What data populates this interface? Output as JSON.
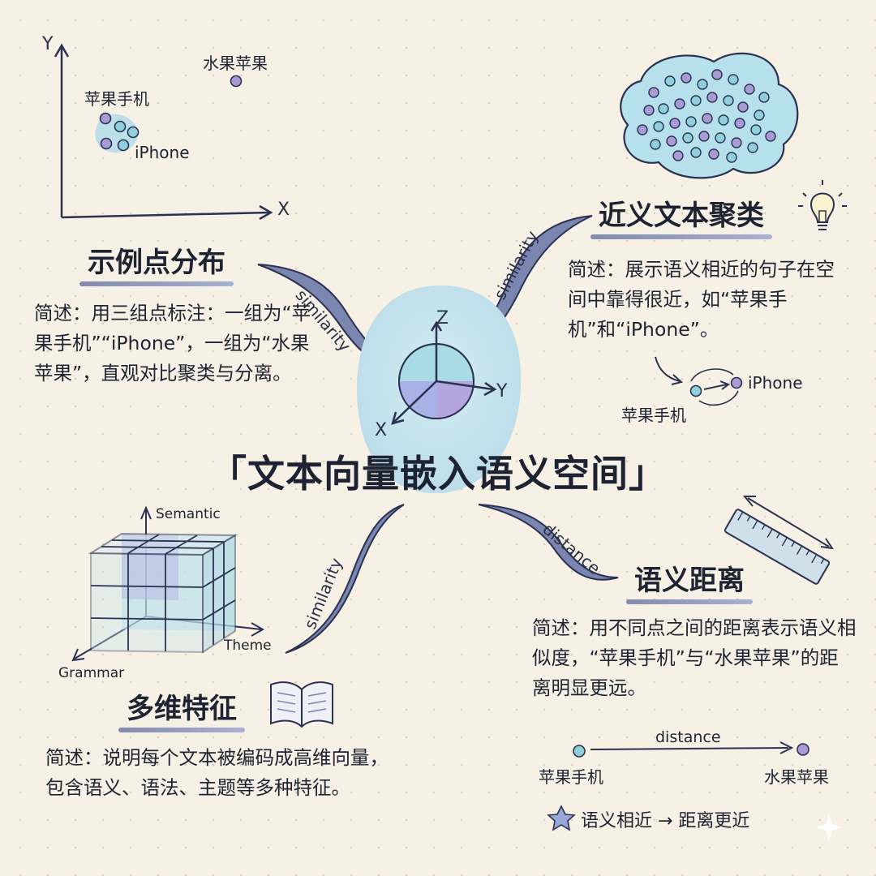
{
  "title": "「文本向量嵌入语义空间」",
  "nodes": {
    "example": {
      "title": "示例点分布",
      "desc": "简述：用三组点标注：一组为“苹果手机”“iPhone”，一组为“水果苹果”，直观对比聚类与分离。",
      "plot": {
        "y_axis": "Y",
        "x_axis": "X",
        "label_fruit": "水果苹果",
        "label_phone": "苹果手机",
        "label_iphone": "iPhone"
      }
    },
    "cluster": {
      "title": "近义文本聚类",
      "desc": "简述：展示语义相近的句子在空间中靠得很近，如“苹果手机”和“iPhone”。",
      "label_iphone": "iPhone",
      "label_phone": "苹果手机"
    },
    "features": {
      "title": "多维特征",
      "desc": "简述：说明每个文本被编码成高维向量，包含语义、语法、主题等多种特征。",
      "axis_semantic": "Semantic",
      "axis_theme": "Theme",
      "axis_grammar": "Grammar"
    },
    "distance": {
      "title": "语义距离",
      "desc": "简述：用不同点之间的距离表示语义相似度，“苹果手机”与“水果苹果”的距离明显更远。",
      "arrow_label": "distance",
      "from_label": "苹果手机",
      "to_label": "水果苹果",
      "note": "语义相近 → 距离更近"
    }
  },
  "center_axes": {
    "z": "Z",
    "y": "Y",
    "x": "X"
  },
  "branches": {
    "top_left": "similarity",
    "top_right": "similarity",
    "bottom_left": "similarity",
    "bottom_right": "distance"
  },
  "icons": [
    "lightbulb-icon",
    "ruler-icon",
    "open-book-icon",
    "star-icon",
    "sparkle-icon"
  ],
  "colors": {
    "ink": "#1e2333",
    "accent": "#7b86b8",
    "teal": "#8fd0dc",
    "lavender": "#a99ad6",
    "paper": "#f6f1e4"
  }
}
